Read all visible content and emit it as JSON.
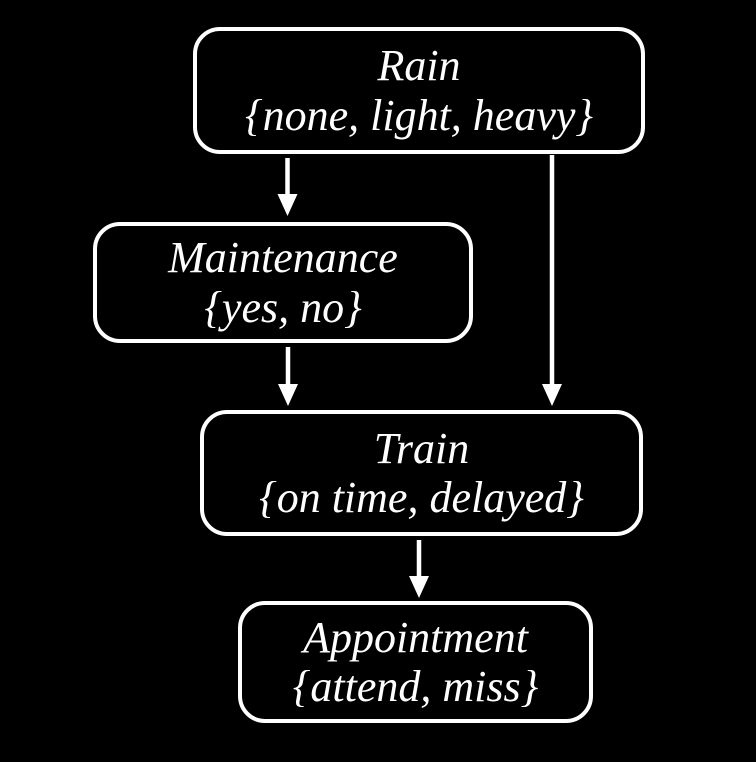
{
  "diagram": {
    "type": "bayesian-network",
    "background_color": "#000000",
    "node_border_color": "#ffffff",
    "text_color": "#ffffff",
    "arrow_color": "#ffffff",
    "nodes": [
      {
        "id": "rain",
        "label": "Rain",
        "values": "{none, light, heavy}"
      },
      {
        "id": "maintenance",
        "label": "Maintenance",
        "values": "{yes, no}"
      },
      {
        "id": "train",
        "label": "Train",
        "values": "{on time, delayed}"
      },
      {
        "id": "appointment",
        "label": "Appointment",
        "values": "{attend, miss}"
      }
    ],
    "edges": [
      {
        "from": "Rain",
        "to": "Maintenance"
      },
      {
        "from": "Rain",
        "to": "Train"
      },
      {
        "from": "Maintenance",
        "to": "Train"
      },
      {
        "from": "Train",
        "to": "Appointment"
      }
    ]
  }
}
